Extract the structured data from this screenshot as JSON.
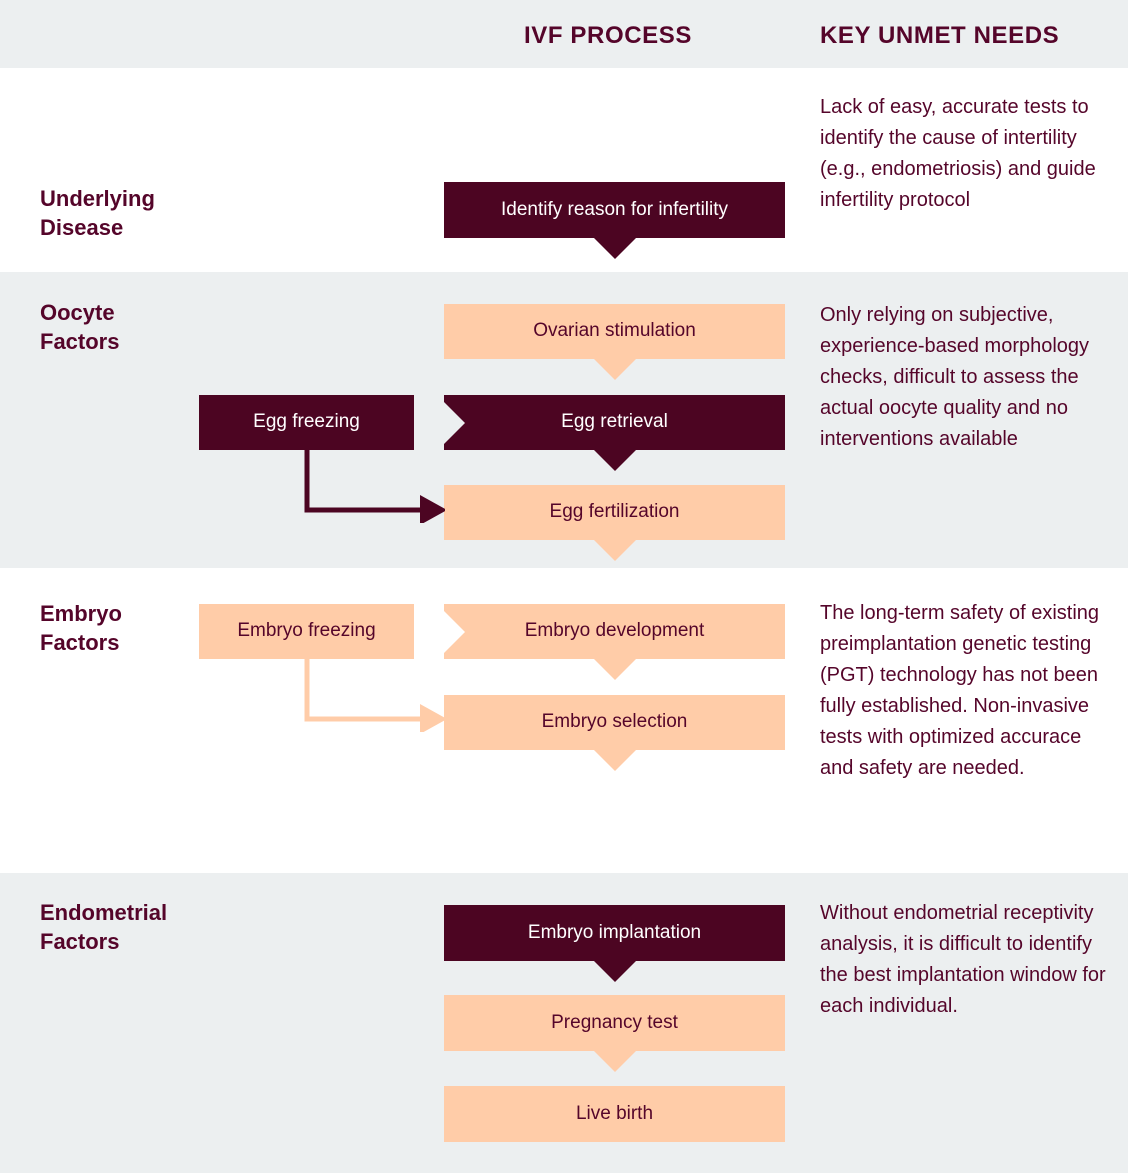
{
  "header": {
    "process_column_title": "IVF PROCESS",
    "needs_column_title": "KEY UNMET NEEDS"
  },
  "colors": {
    "dark": "#4c0522",
    "peach": "#ffcca8",
    "band_grey": "#eceff0",
    "band_white": "#ffffff",
    "text_maroon": "#55052a"
  },
  "stages": [
    {
      "id": "underlying-disease",
      "label": "Underlying\nDisease",
      "label_line1": "Underlying",
      "label_line2": "Disease",
      "band": "white",
      "needs": "Lack of easy, accurate tests to identify the cause of intertility (e.g., endometriosis) and guide infertility  protocol",
      "nodes": [
        {
          "id": "identify-reason",
          "label": "Identify reason for infertility",
          "style": "dark",
          "arrow_down": true,
          "notch_left": false
        }
      ]
    },
    {
      "id": "oocyte-factors",
      "label": "Oocyte\nFactors",
      "label_line1": "Oocyte",
      "label_line2": "Factors",
      "band": "grey",
      "needs": "Only relying on subjective, experience-based morphology checks, difficult to assess the actual oocyte quality and no interventions available",
      "nodes": [
        {
          "id": "ovarian-stimulation",
          "label": "Ovarian stimulation",
          "style": "peach",
          "arrow_down": true,
          "notch_left": false
        },
        {
          "id": "egg-retrieval",
          "label": "Egg retrieval",
          "style": "dark",
          "arrow_down": true,
          "notch_left": true
        },
        {
          "id": "egg-fertilization",
          "label": "Egg fertilization",
          "style": "peach",
          "arrow_down": true,
          "notch_left": false
        }
      ],
      "side_node": {
        "id": "egg-freezing",
        "label": "Egg freezing",
        "style": "dark"
      }
    },
    {
      "id": "embryo-factors",
      "label": "Embryo\nFactors",
      "label_line1": "Embryo",
      "label_line2": "Factors",
      "band": "white",
      "needs": "The long-term safety of existing preimplantation genetic testing (PGT) technology has not been fully established. Non-invasive tests with optimized accurace and safety are needed.",
      "nodes": [
        {
          "id": "embryo-development",
          "label": "Embryo development",
          "style": "peach",
          "arrow_down": true,
          "notch_left": true
        },
        {
          "id": "embryo-selection",
          "label": "Embryo selection",
          "style": "peach",
          "arrow_down": true,
          "notch_left": false
        }
      ],
      "side_node": {
        "id": "embryo-freezing",
        "label": "Embryo freezing",
        "style": "peach"
      }
    },
    {
      "id": "endometrial-factors",
      "label": "Endometrial\nFactors",
      "label_line1": "Endometrial",
      "label_line2": "Factors",
      "band": "grey",
      "needs": "Without endometrial receptivity analysis, it is difficult to identify the best implantation window for each individual.",
      "nodes": [
        {
          "id": "embryo-implantation",
          "label": "Embryo implantation",
          "style": "dark",
          "arrow_down": true,
          "notch_left": false
        },
        {
          "id": "pregnancy-test",
          "label": "Pregnancy test",
          "style": "peach",
          "arrow_down": true,
          "notch_left": false
        },
        {
          "id": "live-birth",
          "label": "Live birth",
          "style": "peach",
          "arrow_down": false,
          "notch_left": false
        }
      ]
    }
  ],
  "connectors": [
    {
      "id": "egg-freezing-to-fertilization",
      "color": "#4c0522"
    },
    {
      "id": "embryo-freezing-to-selection",
      "color": "#ffcca8"
    }
  ]
}
